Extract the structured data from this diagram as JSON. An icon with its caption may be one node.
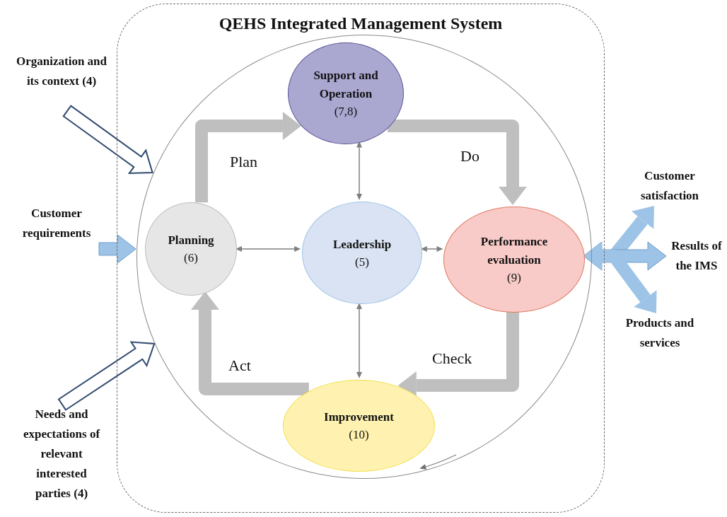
{
  "diagram": {
    "nodes": [
      {
        "text": [
          "QEHS Integrated Management System"
        ]
      },
      {
        "text": [],
        "shape": "circle",
        "in": 0
      },
      {
        "text": [
          "Support and Operation",
          "(7,8)"
        ],
        "in": 1
      },
      {
        "text": [
          "Planning",
          "(6)"
        ],
        "in": 1
      },
      {
        "text": [
          "Leadership",
          "(5)"
        ],
        "in": 1
      },
      {
        "text": [
          "Performance evaluation",
          "(9)"
        ],
        "in": 1
      },
      {
        "text": [
          "Improvement",
          "(10)"
        ],
        "in": 1
      },
      {
        "text": [
          "Organization and its context (4)"
        ]
      },
      {
        "text": [
          "Customer requirements"
        ]
      },
      {
        "text": [
          "Needs and expectations of relevant interested parties (4)"
        ]
      },
      {
        "text": [
          "Customer satisfaction"
        ]
      },
      {
        "text": [
          "Results of the IMS"
        ]
      },
      {
        "text": [
          "Products and services"
        ]
      }
    ],
    "edges": [
      {
        "from": 3,
        "to": 2,
        "arrow": "to",
        "label": "Plan",
        "color": "#bfbfbf"
      },
      {
        "from": 2,
        "to": 5,
        "arrow": "to",
        "label": "Do",
        "color": "#bfbfbf"
      },
      {
        "from": 5,
        "to": 6,
        "arrow": "to",
        "label": "Check",
        "color": "#bfbfbf"
      },
      {
        "from": 6,
        "to": 3,
        "arrow": "to",
        "label": "Act",
        "color": "#bfbfbf"
      },
      {
        "from": 4,
        "to": 2,
        "arrow": "both"
      },
      {
        "from": 4,
        "to": 3,
        "arrow": "both"
      },
      {
        "from": 4,
        "to": 5,
        "arrow": "both"
      },
      {
        "from": 4,
        "to": 6,
        "arrow": "both"
      },
      {
        "from": 7,
        "to": 1,
        "arrow": "to",
        "color": "#ffffff"
      },
      {
        "from": 8,
        "to": 1,
        "arrow": "to",
        "color": "#9dc3e6"
      },
      {
        "from": 9,
        "to": 1,
        "arrow": "to",
        "color": "#ffffff"
      },
      {
        "from": 5,
        "to": 10,
        "arrow": "both",
        "color": "#9dc3e6"
      },
      {
        "from": 5,
        "to": 11,
        "arrow": "both",
        "color": "#9dc3e6"
      },
      {
        "from": 5,
        "to": 12,
        "arrow": "both",
        "color": "#9dc3e6"
      }
    ]
  }
}
